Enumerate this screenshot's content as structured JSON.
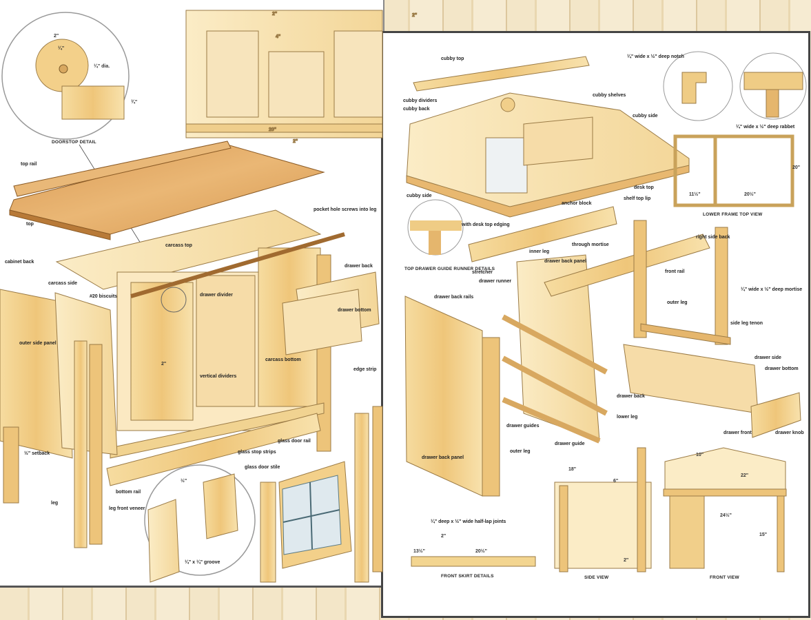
{
  "left_plan": {
    "doorstop_detail_title": "DOORSTOP DETAIL",
    "doorstop_dims": [
      "2\"",
      "¼\"",
      "¼\" dia.",
      "¾\""
    ],
    "front_dims": [
      "2\"",
      "2\"",
      "4\"",
      "20\"",
      "2\""
    ],
    "labels": {
      "top_rail": "top rail",
      "top": "top",
      "carcass_top": "carcass top",
      "pocket_hole": "pocket hole screws into leg",
      "cabinet_back": "cabinet back",
      "carcass_side": "carcass side",
      "biscuits": "#20 biscuits",
      "drawer_divider": "drawer divider",
      "drawer_back": "drawer back",
      "drawer_bottom": "drawer bottom",
      "outer_side_panel": "outer side panel",
      "vertical_dividers": "vertical dividers",
      "carcass_bottom": "carcass bottom",
      "edge_strip": "edge strip",
      "setback": "½\" setback",
      "leg": "leg",
      "leg_front_veneer": "leg front veneer",
      "bottom_rail": "bottom rail",
      "glass_stop_strips": "glass stop strips",
      "glass_door_rail": "glass door rail",
      "glass_door_stile": "glass door stile",
      "groove": "¼\" x ¼\" groove",
      "small_dim": "½\"",
      "divider_dim": "2\""
    }
  },
  "right_plan": {
    "labels": {
      "cubby_top": "cubby top",
      "cubby_dividers": "cubby dividers",
      "cubby_back": "cubby back",
      "cubby_side": "cubby side",
      "cubby_shelves": "cubby shelves",
      "desk_top": "desk top",
      "shelf_top_lip": "shelf top lip",
      "with_desk_top_edging": "with desk top edging",
      "anchor_block": "anchor block",
      "stretcher": "stretcher",
      "drawer_front": "drawer front",
      "drawer_runner": "drawer runner",
      "drawer_guide": "drawer guide",
      "lower_leg": "lower leg",
      "drawer_back_panel": "drawer back panel",
      "drawer_back_rails": "drawer back rails",
      "front_rail": "front rail",
      "right_side_back": "right side back",
      "through_mortise": "through mortise",
      "side_leg_tenon": "side leg tenon",
      "outer_leg": "outer leg",
      "inner_leg": "inner leg",
      "drawer_side": "drawer side",
      "drawer_bottom": "drawer bottom",
      "drawer_back": "drawer back",
      "drawer_knob": "drawer knob",
      "drawer_guides": "drawer guides",
      "notch": "¼\" wide x ½\" deep notch",
      "dado": "¼\" wide x ½\" deep rabbet",
      "mortise": "¼\" wide x ½\" deep mortise",
      "trim_detail": "¼\" deep x ½\" wide half-lap joints"
    },
    "titles": {
      "lower_frame": "LOWER FRAME TOP VIEW",
      "runner_detail": "TOP DRAWER GUIDE RUNNER DETAILS",
      "front_skirt": "FRONT SKIRT DETAILS",
      "side_view": "SIDE VIEW",
      "front_view": "FRONT VIEW"
    },
    "dims": [
      "11½\"",
      "20½\"",
      "20½\"",
      "13½\"",
      "24½\"",
      "18\"",
      "6\"",
      "15\"",
      "2\"",
      "22\"",
      "10\"",
      "2\"",
      "20\""
    ]
  },
  "colors": {
    "wood": "#f2d08a",
    "wood_dark": "#c99545",
    "wood_top": "#e0a860",
    "line": "#7a5a2a",
    "paper": "#ffffff"
  }
}
